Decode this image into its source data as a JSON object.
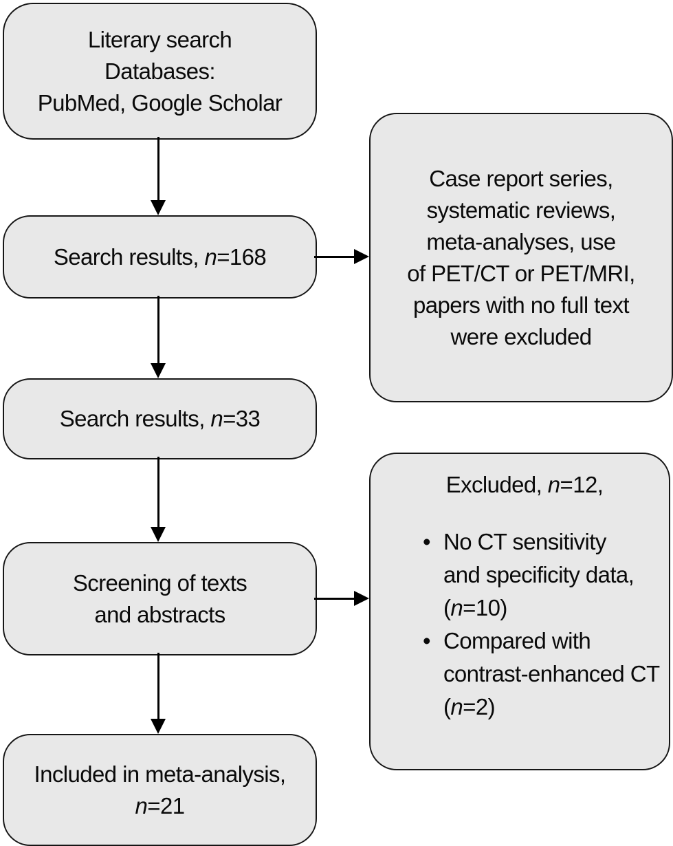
{
  "theme": {
    "page_bg": "#ffffff",
    "box_fill": "#e8e8e8",
    "box_border": "#161616",
    "arrow_color": "#000000",
    "text_color": "#0a0a0a"
  },
  "flowchart": {
    "literary_search": {
      "lines": [
        "Literary search",
        "Databases:",
        "PubMed, Google Scholar"
      ]
    },
    "search_results_168": {
      "pre": "Search results, ",
      "n": "n",
      "post": "=168"
    },
    "search_results_33": {
      "pre": "Search results, ",
      "n": "n",
      "post": "=33"
    },
    "screening": {
      "lines": [
        "Screening of texts",
        "and abstracts"
      ]
    },
    "included": {
      "line1": "Included in meta-analysis,",
      "n": "n",
      "post": "=21"
    },
    "exclusion_reasons": {
      "lines": [
        "Case report series,",
        "systematic reviews,",
        "meta-analyses, use",
        "of PET/CT or PET/MRI,",
        "papers with no full text",
        "were excluded"
      ]
    },
    "excluded_12": {
      "title_pre": "Excluded, ",
      "title_n": "n",
      "title_post": "=12,",
      "bullet_char": "•",
      "bullets": [
        {
          "l1": "No CT sensitivity",
          "l2": "and specificity data,",
          "l3_pre": "(",
          "l3_n": "n",
          "l3_post": "=10)"
        },
        {
          "l1": "Compared with",
          "l2": "contrast-enhanced CT",
          "l3_pre": "(",
          "l3_n": "n",
          "l3_post": "=2)"
        }
      ]
    }
  }
}
